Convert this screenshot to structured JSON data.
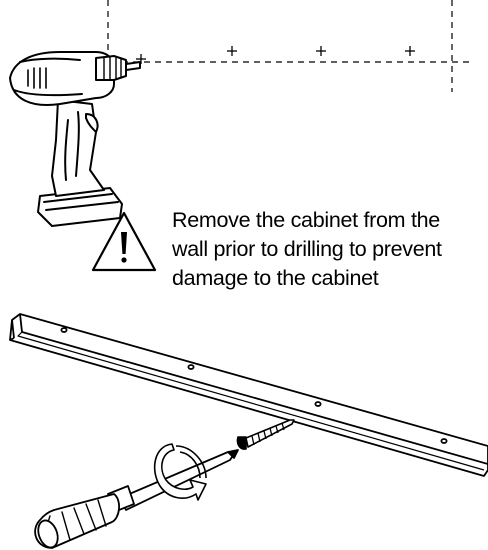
{
  "colors": {
    "line": "#000000",
    "background": "#ffffff"
  },
  "icons": [
    "drill-icon",
    "warning-triangle-icon",
    "mounting-rail",
    "screw-icon",
    "screwdriver-icon",
    "rotation-arrow-icon",
    "drill-mark-icon"
  ],
  "warning": {
    "lines": [
      "Remove the cabinet from the",
      "wall prior to drilling to prevent",
      "damage to the cabinet"
    ]
  }
}
